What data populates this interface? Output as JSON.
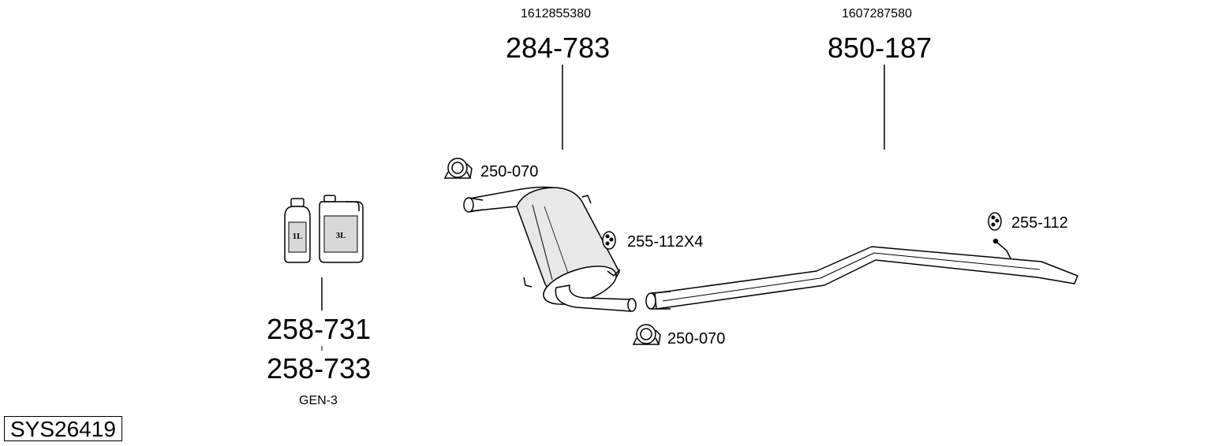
{
  "system_code": "SYS26419",
  "parts": {
    "fluid": {
      "part_a": "258-731",
      "part_b": "258-733",
      "sub": "GEN-3",
      "bottle_small_label": "1L",
      "bottle_large_label": "3L"
    },
    "muffler": {
      "part": "284-783",
      "oem": "1612855380"
    },
    "tailpipe": {
      "part": "850-187",
      "oem": "1607287580"
    }
  },
  "accessories": {
    "clamp_front": "250-070",
    "clamp_rear": "250-070",
    "rubber_mid": "255-112X4",
    "rubber_rear": "255-112"
  },
  "colors": {
    "line": "#000000",
    "shade": "#d8d8d8",
    "background": "#ffffff"
  }
}
